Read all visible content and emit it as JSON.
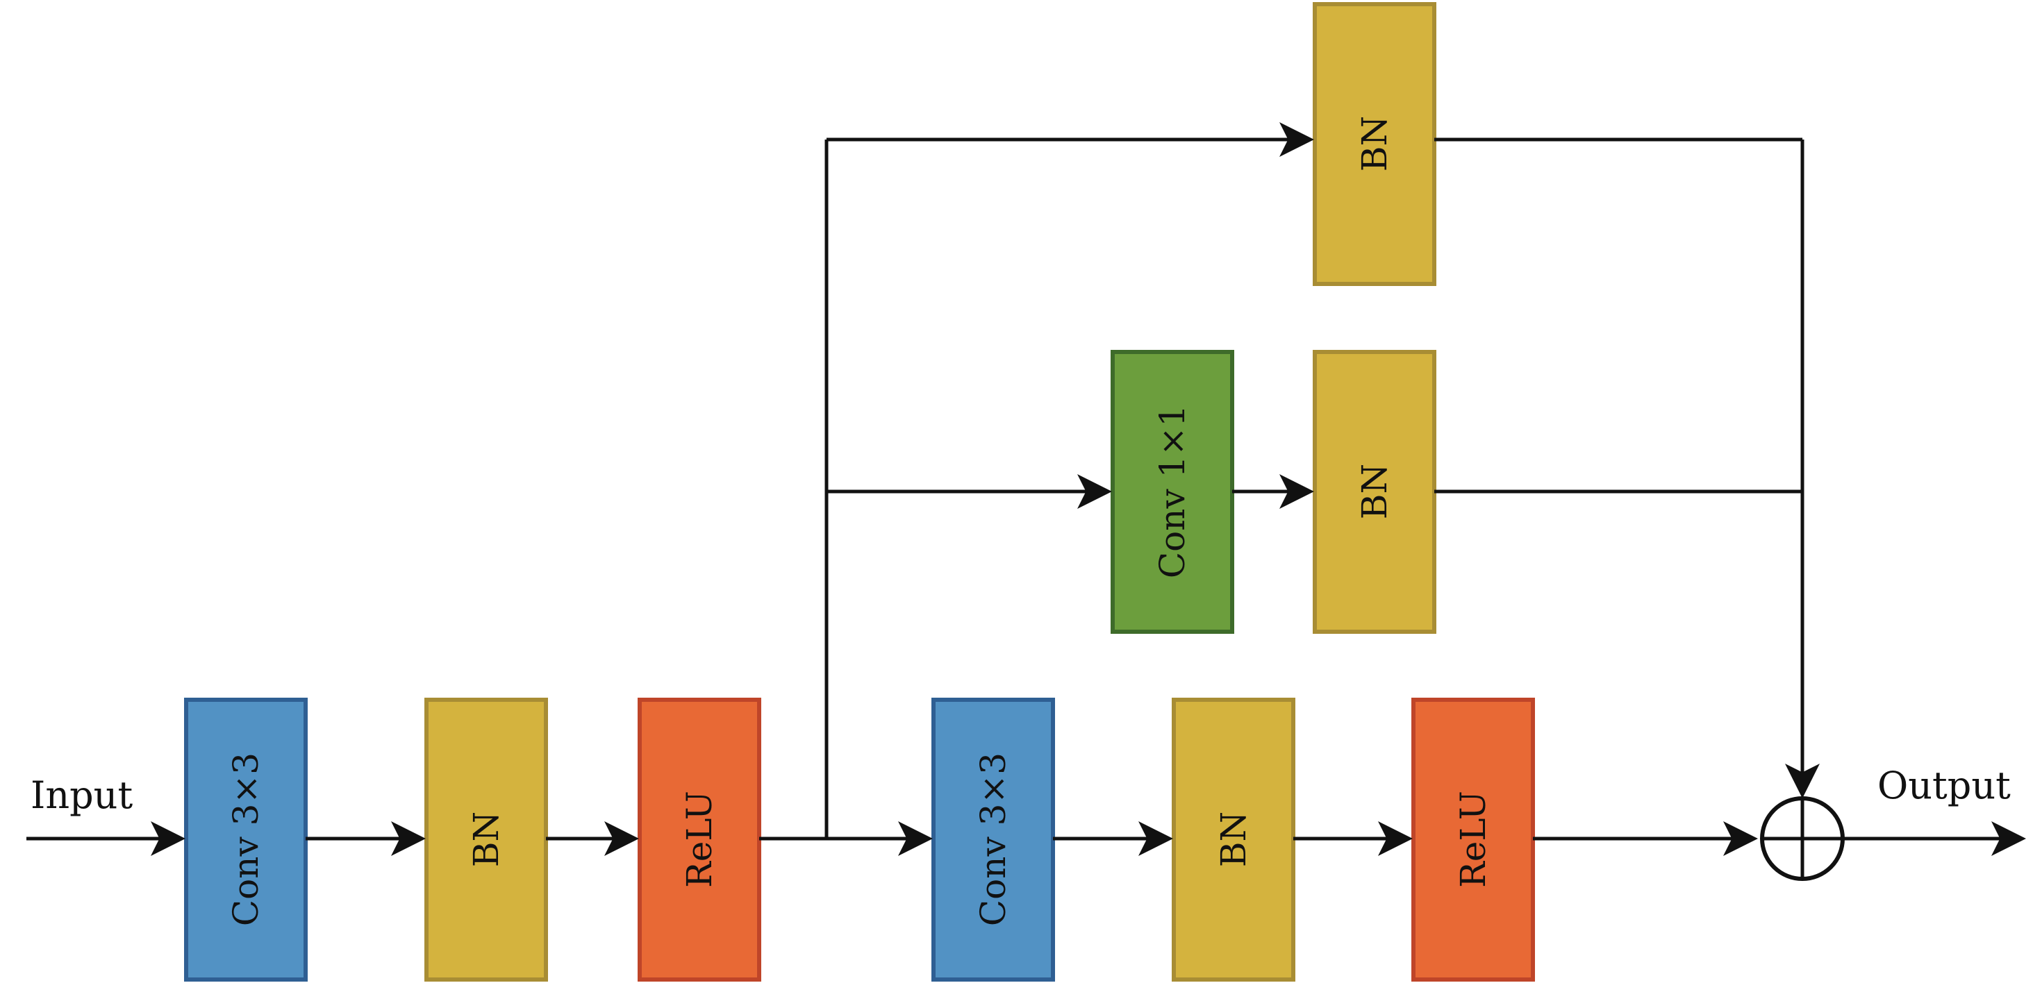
{
  "labels": {
    "input": "Input",
    "output": "Output"
  },
  "blocks": {
    "conv1": {
      "label": "Conv 3×3",
      "fill": "#5292C4",
      "stroke": "#2F5F93"
    },
    "bn1": {
      "label": "BN",
      "fill": "#D4B33E",
      "stroke": "#A88D34"
    },
    "relu1": {
      "label": "ReLU",
      "fill": "#E86935",
      "stroke": "#BF4529"
    },
    "conv2": {
      "label": "Conv 3×3",
      "fill": "#5292C4",
      "stroke": "#2F5F93"
    },
    "bn2": {
      "label": "BN",
      "fill": "#D4B33E",
      "stroke": "#A88D34"
    },
    "relu2": {
      "label": "ReLU",
      "fill": "#E86935",
      "stroke": "#BF4529"
    },
    "conv1x1": {
      "label": "Conv 1×1",
      "fill": "#6C9E3D",
      "stroke": "#3E6B2A"
    },
    "bn_mid": {
      "label": "BN",
      "fill": "#D4B33E",
      "stroke": "#A88D34"
    },
    "bn_top": {
      "label": "BN",
      "fill": "#D4B33E",
      "stroke": "#A88D34"
    }
  },
  "line_color": "#111111"
}
